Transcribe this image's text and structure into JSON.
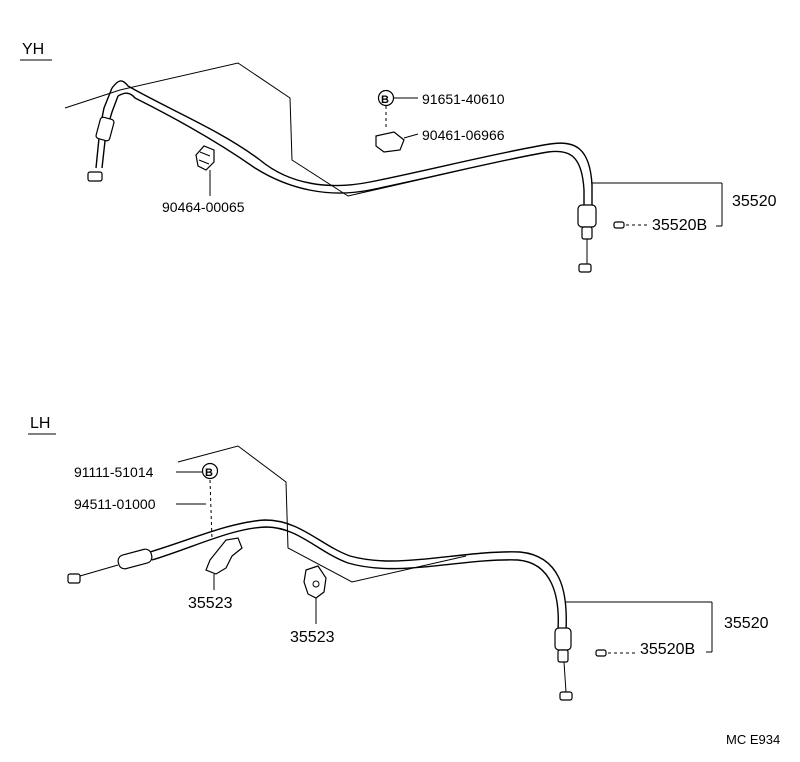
{
  "sections": {
    "yh": {
      "title": "YH",
      "labels": {
        "p91651": "91651-40610",
        "p90461": "90461-06966",
        "p90464": "90464-00065",
        "p35520": "35520",
        "p35520b": "35520B",
        "bolt_marker": "B"
      }
    },
    "lh": {
      "title": "LH",
      "labels": {
        "p91111": "91111-51014",
        "p94511": "94511-01000",
        "p35523a": "35523",
        "p35523b": "35523",
        "p35520": "35520",
        "p35520b": "35520B",
        "bolt_marker": "B"
      }
    }
  },
  "footer": {
    "code": "MC  E934"
  }
}
